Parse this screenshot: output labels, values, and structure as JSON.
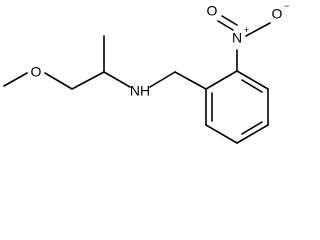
{
  "molecule": {
    "labels": {
      "ether_oxygen": "O",
      "amine": "NH",
      "nitro_nitrogen": "N",
      "nitro_oxygen_top": "O",
      "nitro_oxygen_right": "O",
      "charge_plus": "+",
      "charge_minus": "−"
    }
  }
}
